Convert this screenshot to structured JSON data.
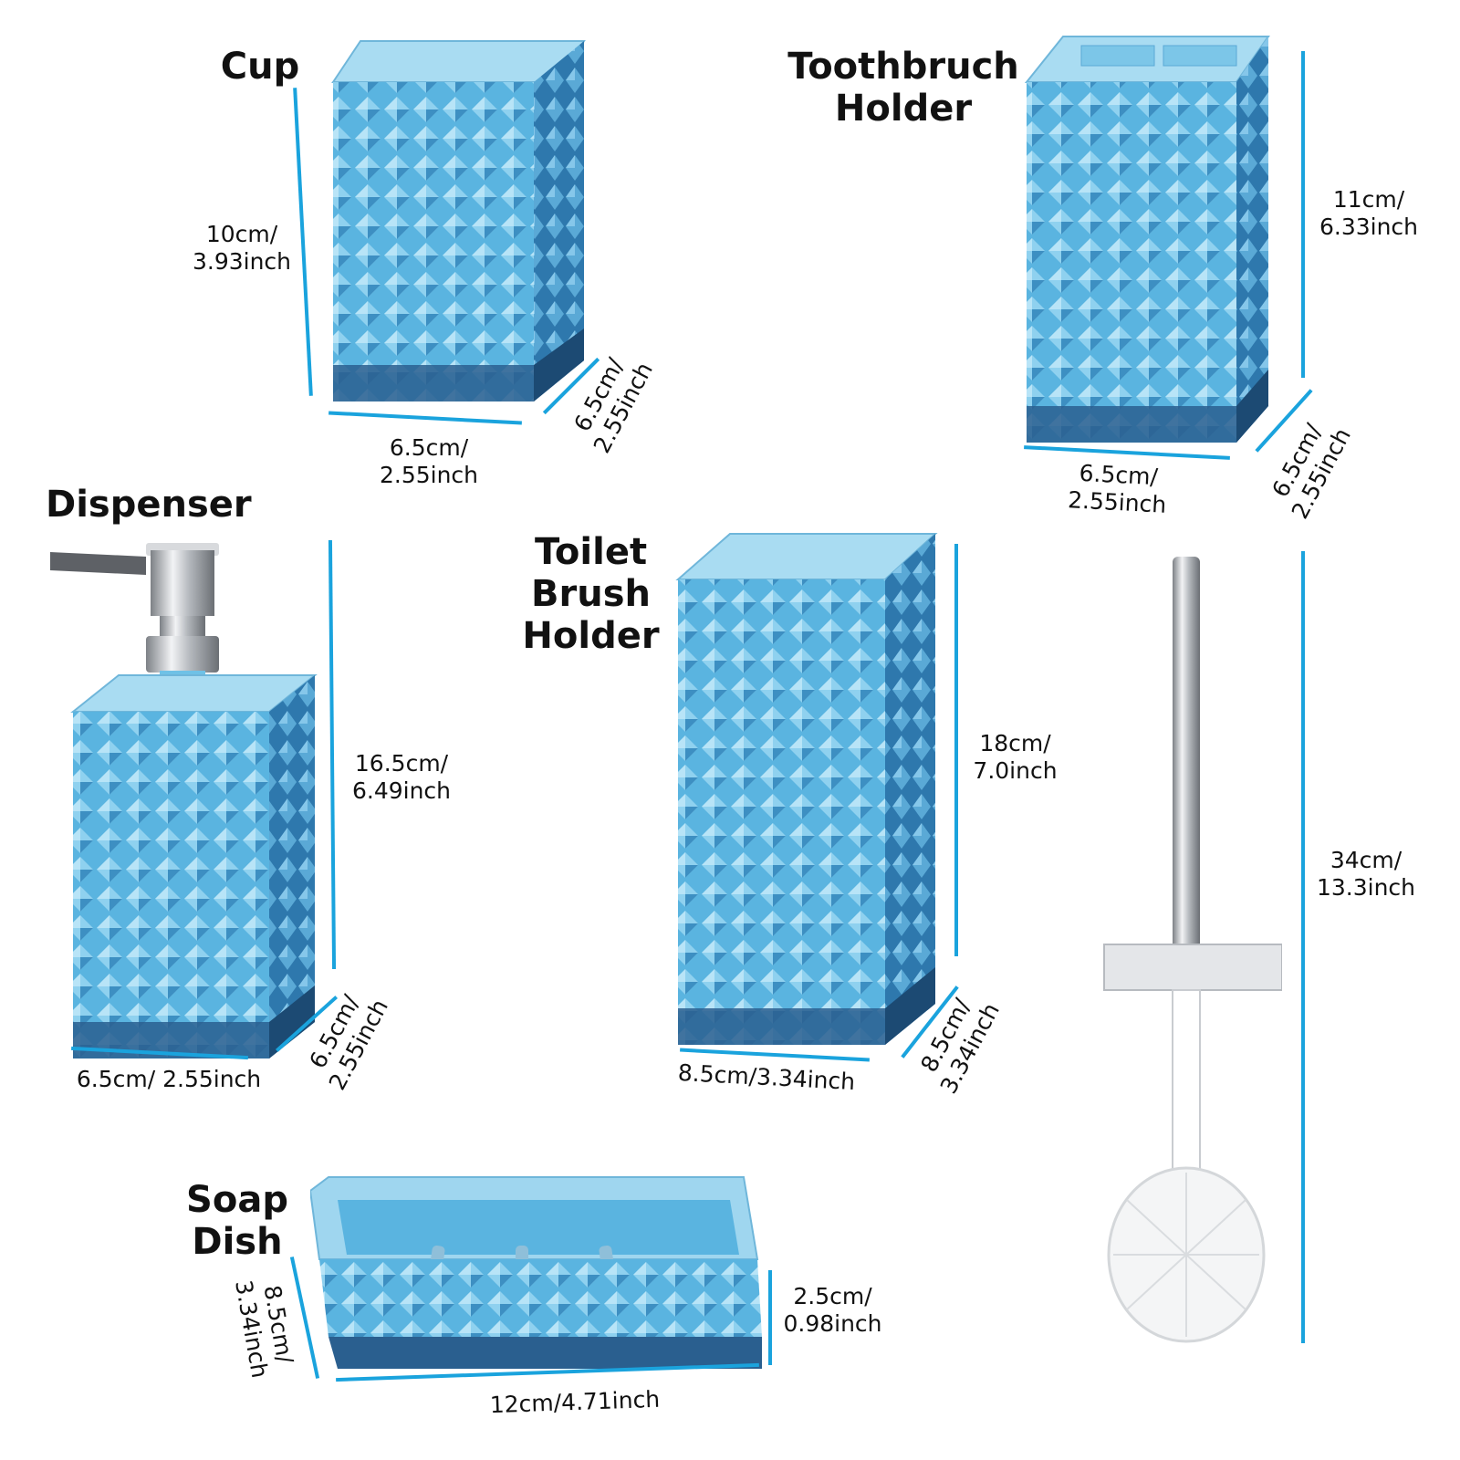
{
  "products": {
    "cup": {
      "title": "Cup",
      "height": [
        "10cm/",
        "3.93inch"
      ],
      "width": [
        "6.5cm/",
        "2.55inch"
      ],
      "depth": [
        "6.5cm/",
        "2.55inch"
      ]
    },
    "toothbrush_holder": {
      "title": [
        "Toothbruch",
        "Holder"
      ],
      "height": [
        "11cm/",
        "6.33inch"
      ],
      "width": [
        "6.5cm/",
        "2.55inch"
      ],
      "depth": [
        "6.5cm/",
        "2.55inch"
      ]
    },
    "dispenser": {
      "title": "Dispenser",
      "height": [
        "16.5cm/",
        "6.49inch"
      ],
      "width": "6.5cm/ 2.55inch",
      "depth": [
        "6.5cm/",
        "2.55inch"
      ]
    },
    "toilet_brush_holder": {
      "title": [
        "Toilet",
        "Brush",
        "Holder"
      ],
      "height": [
        "18cm/",
        "7.0inch"
      ],
      "width": "8.5cm/3.34inch",
      "depth": [
        "8.5cm/",
        "3.34inch"
      ]
    },
    "toilet_brush": {
      "height": [
        "34cm/",
        "13.3inch"
      ]
    },
    "soap_dish": {
      "title": [
        "Soap",
        "Dish"
      ],
      "depth": [
        "8.5cm/",
        "3.34inch"
      ],
      "height": [
        "2.5cm/",
        "0.98inch"
      ],
      "width": "12cm/4.71inch"
    }
  },
  "colors": {
    "accent_line": "#1aa3dd",
    "glass_light": "#7cc6e8",
    "glass_mid": "#4aa6d4",
    "glass_dark": "#1f5c8c",
    "chrome": "#c9ccd0"
  }
}
